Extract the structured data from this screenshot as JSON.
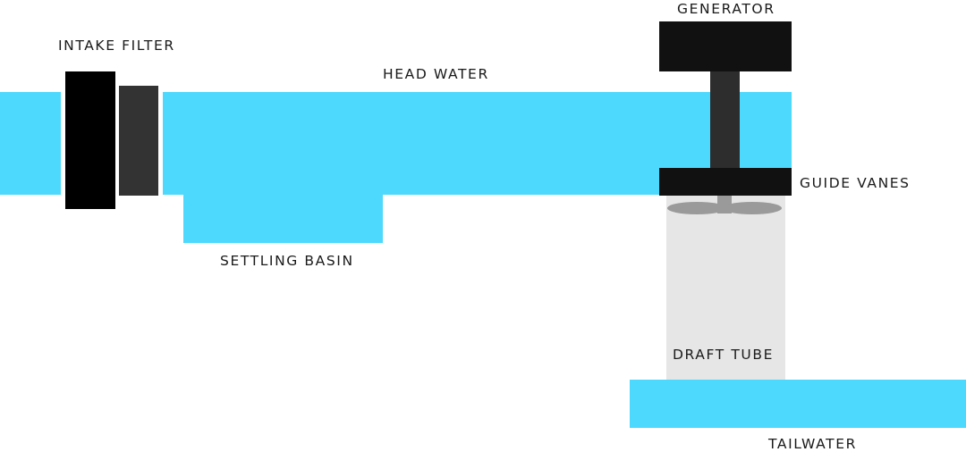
{
  "labels": {
    "intake_filter": "INTAKE FILTER",
    "head_water": "HEAD WATER",
    "settling_basin": "SETTLING BASIN",
    "generator": "GENERATOR",
    "guide_vanes": "GUIDE VANES",
    "draft_tube": "DRAFT TUBE",
    "tailwater": "TAILWATER"
  },
  "colors": {
    "water": "#4dd8fe",
    "filter_outer": "#000000",
    "filter_inner": "#333333",
    "generator": "#111111",
    "shaft": "#2d2d2d",
    "guide_vanes": "#111111",
    "draft_tube": "#e6e6e6",
    "turbine_blades": "#9a9a9a",
    "text": "#1a1a1a"
  }
}
